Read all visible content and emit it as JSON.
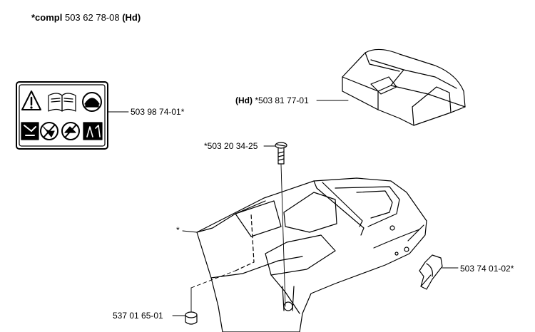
{
  "header": {
    "prefix": "*compl",
    "number": "503 62 78-08",
    "suffix": "(Hd)"
  },
  "parts": {
    "decal": {
      "number": "503 98 74-01*"
    },
    "top_cover": {
      "prefix": "(Hd)",
      "number": "*503 81 77-01"
    },
    "screw": {
      "number": "*503 20 34-25"
    },
    "housing": {
      "marker": "*"
    },
    "clip": {
      "number": "503 74 01-02*"
    },
    "grommet": {
      "number": "537 01 65-01"
    }
  }
}
